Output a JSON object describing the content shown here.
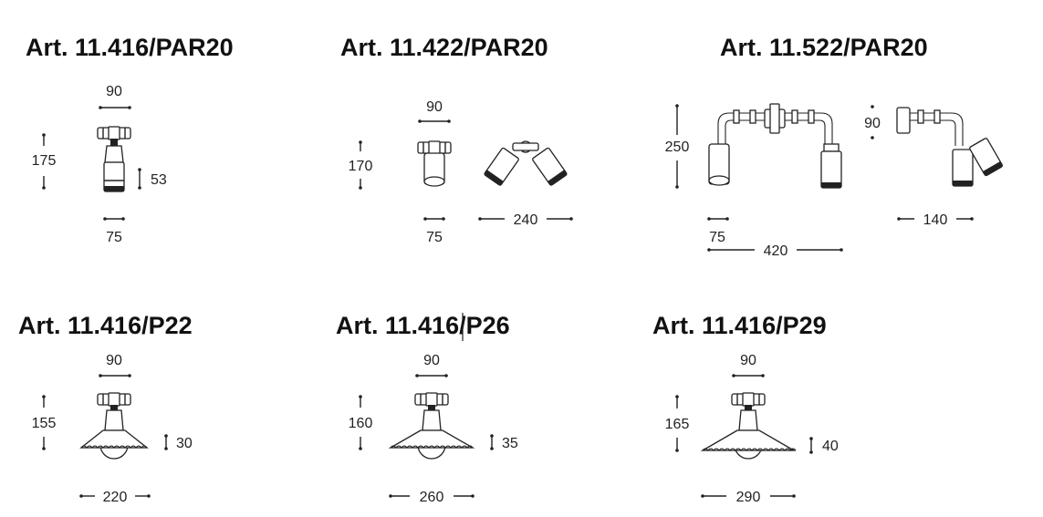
{
  "sheet": {
    "products": [
      {
        "title": "Art. 11.416/PAR20",
        "dims": [
          "90",
          "175",
          "53",
          "75"
        ]
      },
      {
        "title": "Art. 11.422/PAR20",
        "dims": [
          "90",
          "170",
          "75",
          "240"
        ]
      },
      {
        "title": "Art. 11.522/PAR20",
        "dims": [
          "250",
          "90",
          "75",
          "420",
          "140"
        ]
      },
      {
        "title": "Art. 11.416/P22",
        "dims": [
          "90",
          "155",
          "30",
          "220"
        ]
      },
      {
        "title": "Art. 11.416/P26",
        "dims": [
          "90",
          "160",
          "35",
          "260"
        ]
      },
      {
        "title": "Art. 11.416/P29",
        "dims": [
          "90",
          "165",
          "40",
          "290"
        ]
      }
    ]
  }
}
